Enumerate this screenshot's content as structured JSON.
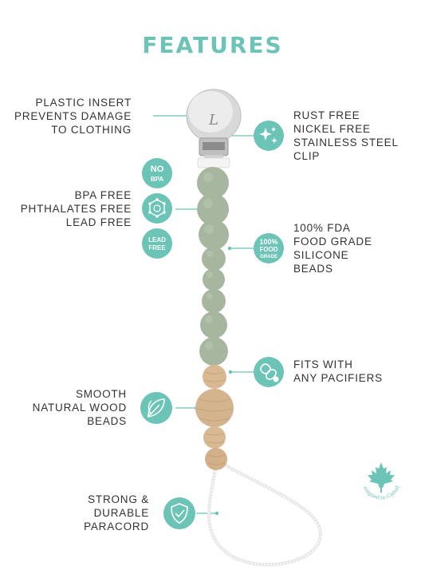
{
  "title": "FEATURES",
  "features": {
    "plastic_insert": [
      "PLASTIC INSERT",
      "PREVENTS DAMAGE",
      "TO CLOTHING"
    ],
    "clip": [
      "RUST FREE",
      "NICKEL FREE",
      "STAINLESS STEEL",
      "CLIP"
    ],
    "bpa": [
      "BPA FREE",
      "PHTHALATES FREE",
      "LEAD FREE"
    ],
    "silicone": [
      "100% FDA",
      "FOOD GRADE",
      "SILICONE",
      "BEADS"
    ],
    "pacifier": [
      "FITS WITH",
      "ANY PACIFIERS"
    ],
    "wood": [
      "SMOOTH",
      "NATURAL WOOD",
      "BEADS"
    ],
    "cord": [
      "STRONG &",
      "DURABLE",
      "PARACORD"
    ]
  },
  "badges": {
    "no_bpa": [
      "NO",
      "BPA"
    ],
    "lead_free": [
      "LEAD",
      "FREE"
    ],
    "fda": [
      "100%",
      "FOOD",
      "GRADE"
    ]
  },
  "stamp_text": "Designed in Canada",
  "clip_logo": "L",
  "colors": {
    "accent": "#6bc4b6",
    "silicone_bead": "#a7b79f",
    "wood_bead": "#d4b48f",
    "text": "#333333"
  }
}
